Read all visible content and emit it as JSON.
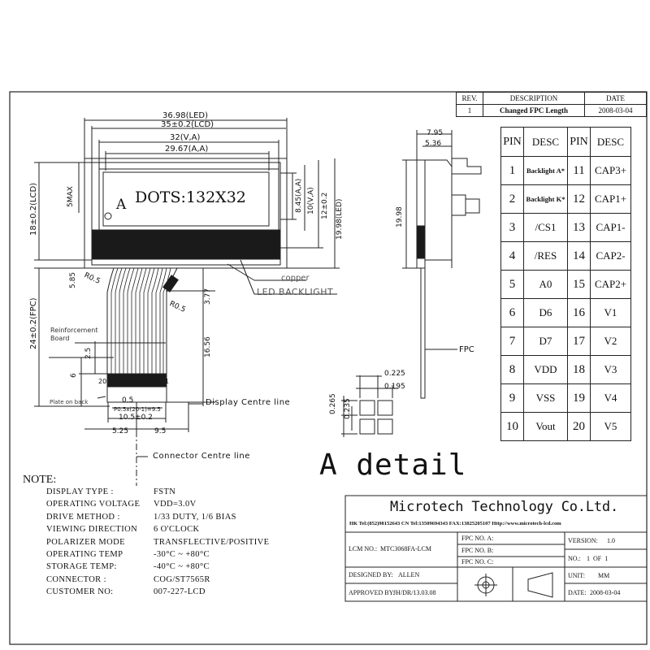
{
  "revision_table": {
    "headers": [
      "REV.",
      "DESCRIPTION",
      "DATE"
    ],
    "rows": [
      [
        "1",
        "Changed FPC Length",
        "2008-03-04"
      ]
    ]
  },
  "pin_table": {
    "headers": [
      "PIN",
      "DESC",
      "PIN",
      "DESC"
    ],
    "rows": [
      [
        "1",
        "Backlight A*",
        "11",
        "CAP3+"
      ],
      [
        "2",
        "Backlight K*",
        "12",
        "CAP1+"
      ],
      [
        "3",
        "/CS1",
        "13",
        "CAP1-"
      ],
      [
        "4",
        "/RES",
        "14",
        "CAP2-"
      ],
      [
        "5",
        "A0",
        "15",
        "CAP2+"
      ],
      [
        "6",
        "D6",
        "16",
        "V1"
      ],
      [
        "7",
        "D7",
        "17",
        "V2"
      ],
      [
        "8",
        "VDD",
        "18",
        "V3"
      ],
      [
        "9",
        "VSS",
        "19",
        "V4"
      ],
      [
        "10",
        "Vout",
        "20",
        "V5"
      ]
    ]
  },
  "drawing": {
    "lcd_text": "DOTS:132X32",
    "marker_a": "A",
    "dims": {
      "width_led": "36.98(LED)",
      "width_lcd": "35±0.2(LCD)",
      "width_va": "32(V,A)",
      "width_aa": "29.67(A,A)",
      "h_max": "5MAX",
      "h_lcd": "18±0.2(LCD)",
      "h_aa": "8.45(A,A)",
      "h_va": "10(V,A)",
      "h_12": "12±0.2",
      "h_led": "19.98(LED)",
      "d_585": "5.85",
      "r05_left": "R0.5",
      "r05_right": "R0.5",
      "d_377": "3.77",
      "d_1656": "16.56",
      "h_fpc": "24±0.2(FPC)",
      "d_25": "2.5",
      "d_6": "6",
      "d_05": "0.5",
      "pitch": "P0.5x(20-1)=9.5",
      "d_105": "10.5±0.2",
      "d_525": "5.25",
      "d_95": "9.5",
      "side_795": "7.95",
      "side_536": "5.36",
      "side_1998": "19.98",
      "det_0225": "0.225",
      "det_0195": "0.195",
      "det_0265": "0.265",
      "det_0235": "0.235"
    },
    "labels": {
      "copper": "copper",
      "led_backlight": "LED BACKLIGHT",
      "reinforcement": "Reinforcement Board",
      "plate_on_back": "Plate on back",
      "display_centre": "Display Centre line",
      "connector_centre": "Connector Centre line",
      "fpc": "FPC",
      "pin20": "20",
      "pin1": "1",
      "a_detail": "A detail"
    }
  },
  "notes": {
    "title": "NOTE:",
    "items": [
      {
        "label": "DISPLAY TYPE :",
        "value": "FSTN"
      },
      {
        "label": "OPERATING VOLTAGE",
        "value": "VDD=3.0V"
      },
      {
        "label": "DRIVE METHOD :",
        "value": "1/33 DUTY, 1/6 BIAS"
      },
      {
        "label": "VIEWING DIRECTION",
        "value": "6 O'CLOCK"
      },
      {
        "label": "POLARIZER MODE",
        "value": "TRANSFLECTIVE/POSITIVE"
      },
      {
        "label": "OPERATING TEMP",
        "value": "-30°C ~ +80°C"
      },
      {
        "label": "STORAGE TEMP:",
        "value": "-40°C ~ +80°C"
      },
      {
        "label": "CONNECTOR :",
        "value": "COG/ST7565R"
      },
      {
        "label": "CUSTOMER NO:",
        "value": "007-227-LCD"
      }
    ]
  },
  "title_block": {
    "company": "Microtech Technology Co.Ltd.",
    "contact": "HK Tel:(852)98152643  CN Tel:13509694343 FAX:13825205107 Http://www.microtech-lcd.com",
    "lcm_label": "LCM NO.:",
    "lcm_value": "MTC3068FA-LCM",
    "fpc_a": "FPC NO. A:",
    "fpc_b": "FPC NO. B:",
    "fpc_c": "FPC NO. C:",
    "version_label": "VERSION:",
    "version_value": "1.0",
    "no_label": "NO.:",
    "no_value": "1  OF  1",
    "unit_label": "UNIT:",
    "unit_value": "MM",
    "designed_label": "DESIGNED BY:",
    "designed_value": "ALLEN",
    "approved_label": "APPROVED BY:",
    "approved_value": "JH/DR/13.03.08",
    "date_label": "DATE:",
    "date_value": "2008-03-04"
  }
}
